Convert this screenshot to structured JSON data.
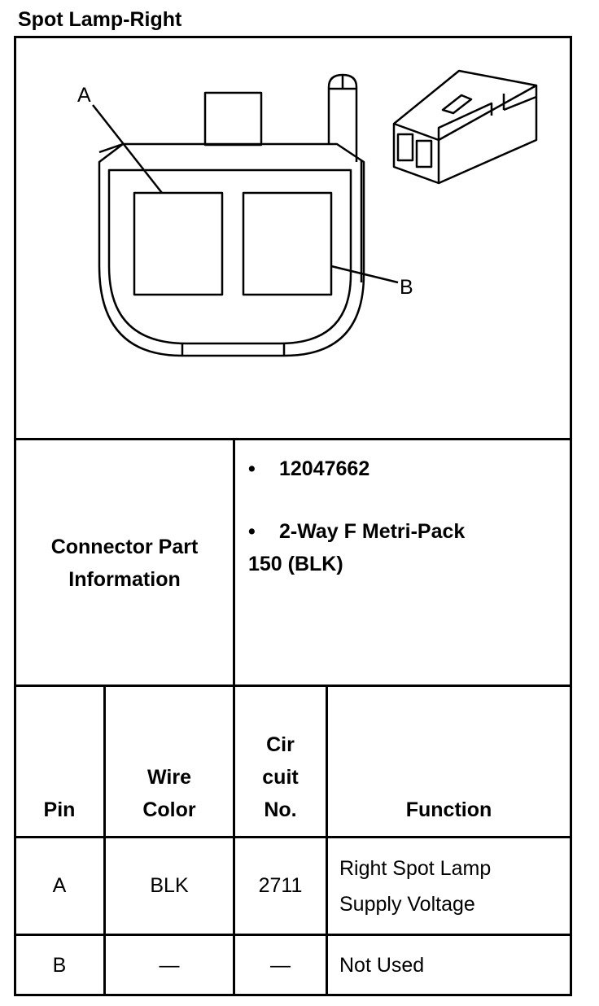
{
  "title": "Spot Lamp-Right",
  "diagram": {
    "label_a": "A",
    "label_b": "B"
  },
  "connector_info": {
    "label_line1": "Connector Part",
    "label_line2": "Information",
    "bullet_glyph": "•",
    "part_number": "12047662",
    "description_line1": "2-Way F Metri-Pack",
    "description_line2": "150 (BLK)"
  },
  "table": {
    "headers": {
      "pin": "Pin",
      "wire_color_line1": "Wire",
      "wire_color_line2": "Color",
      "circuit_line1": "Cir",
      "circuit_line2": "cuit",
      "circuit_line3": "No.",
      "function": "Function"
    },
    "rows": [
      {
        "pin": "A",
        "wire_color": "BLK",
        "circuit": "2711",
        "function_line1": "Right Spot Lamp",
        "function_line2": "Supply Voltage"
      },
      {
        "pin": "B",
        "wire_color": "—",
        "circuit": "—",
        "function_line1": "Not Used",
        "function_line2": ""
      }
    ]
  }
}
